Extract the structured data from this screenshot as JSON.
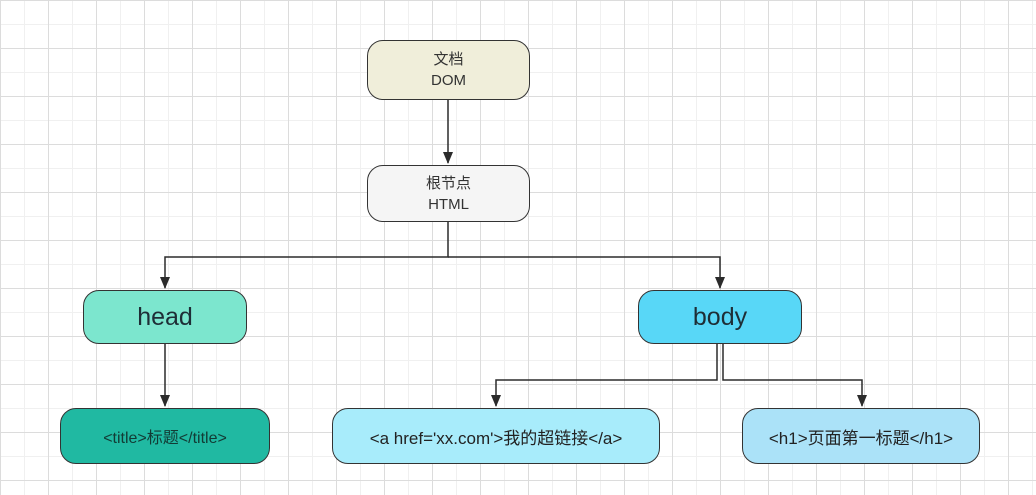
{
  "diagram": {
    "description_title": "DOM tree diagram",
    "nodes": {
      "dom": {
        "line1": "文档",
        "line2": "DOM",
        "fill": "#f0eeda"
      },
      "html": {
        "line1": "根节点",
        "line2": "HTML",
        "fill": "#f5f5f5"
      },
      "head": {
        "label": "head",
        "fill": "#7ce6ce"
      },
      "body": {
        "label": "body",
        "fill": "#58d7f7"
      },
      "title": {
        "label": "<title>标题</title>",
        "fill": "#20b9a2"
      },
      "anchor": {
        "label": "<a href='xx.com'>我的超链接</a>",
        "fill": "#a8ecfb"
      },
      "h1": {
        "label": "<h1>页面第一标题</h1>",
        "fill": "#abe2f8"
      }
    },
    "edges": [
      {
        "from": "dom",
        "to": "html"
      },
      {
        "from": "html",
        "to": "head"
      },
      {
        "from": "html",
        "to": "body"
      },
      {
        "from": "head",
        "to": "title"
      },
      {
        "from": "body",
        "to": "anchor"
      },
      {
        "from": "body",
        "to": "h1"
      }
    ],
    "colors": {
      "edge": "#2b2b2b",
      "node_border": "#333333",
      "grid_major": "#dcdcdc",
      "grid_minor": "#f0f0f0",
      "background": "#ffffff"
    }
  }
}
